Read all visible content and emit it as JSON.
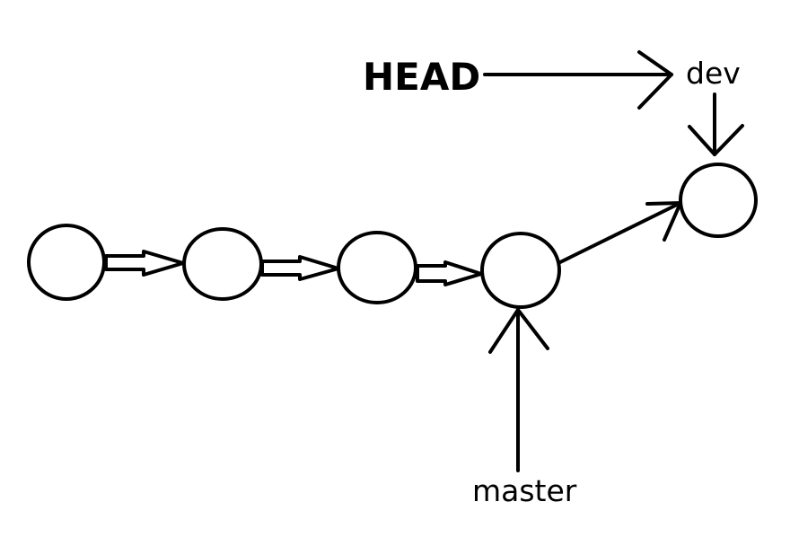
{
  "labels": {
    "head": "HEAD",
    "dev": "dev",
    "master": "master"
  },
  "colors": {
    "stroke": "#000000",
    "background": "#ffffff"
  }
}
